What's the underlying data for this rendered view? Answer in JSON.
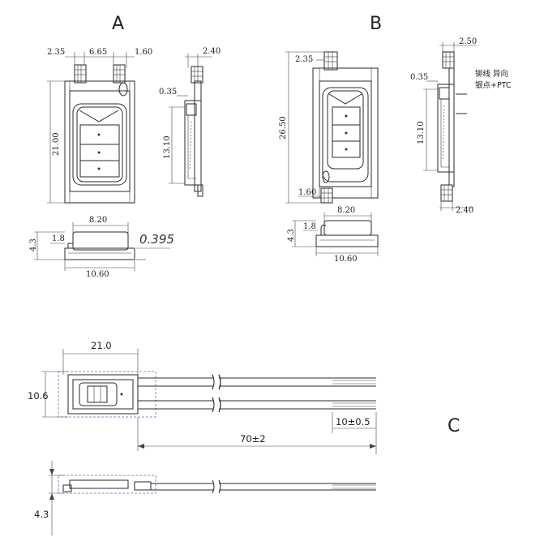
{
  "labels": {
    "a": "A",
    "b": "B",
    "c": "C"
  },
  "view_a": {
    "d_left": "2.35",
    "d_mid": "6.65",
    "d_right": "1.60",
    "d_height": "21.00",
    "d_side_top": "2.40",
    "d_side_small": "0.35",
    "d_side_height": "13.10",
    "d_bottom_width": "8.20",
    "d_bottom_h1": "4.3",
    "d_bottom_h2": "1.8",
    "d_bottom_base": "10.60",
    "d_thickness": "0.395"
  },
  "view_b": {
    "d_left": "2.35",
    "d_height": "26.50",
    "d_lower": "1.60",
    "d_side_top": "2.50",
    "d_side_small": "0.35",
    "d_side_height": "13.10",
    "d_side_bottom": "2.40",
    "note_line1": "铆线 异向",
    "note_line2": "银点+PTC",
    "d_bottom_width": "8.20",
    "d_bottom_h1": "4.3",
    "d_bottom_h2": "1.8",
    "d_bottom_base": "10.60"
  },
  "view_c": {
    "d_length": "21.0",
    "d_width": "10.6",
    "d_lead": "70±2",
    "d_strip": "10±0.5",
    "d_height": "4.3"
  }
}
